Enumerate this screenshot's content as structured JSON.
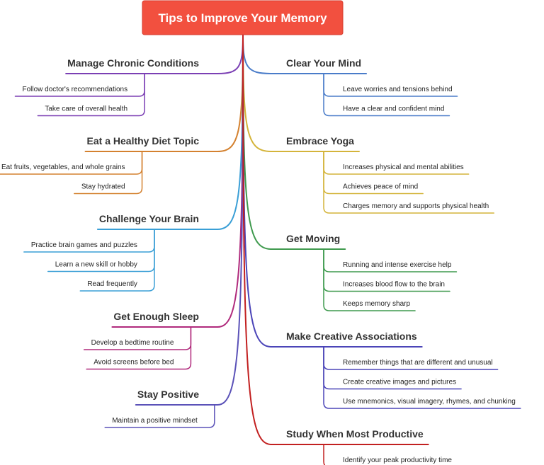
{
  "root": {
    "label": "Tips to Improve Your Memory",
    "color": "#f2503f"
  },
  "branches": [
    {
      "label": "Manage Chronic Conditions",
      "side": "left",
      "color": "#7b3fb4",
      "items": [
        "Follow doctor's recommendations",
        "Take care of overall health"
      ]
    },
    {
      "label": "Eat a Healthy Diet Topic",
      "side": "left",
      "color": "#d4812f",
      "items": [
        "Eat fruits, vegetables, and whole grains",
        "Stay hydrated"
      ]
    },
    {
      "label": "Challenge Your Brain",
      "side": "left",
      "color": "#3a9fd6",
      "items": [
        "Practice brain games and puzzles",
        "Learn a new skill or hobby",
        "Read frequently"
      ]
    },
    {
      "label": "Get Enough Sleep",
      "side": "left",
      "color": "#b02a7c",
      "items": [
        "Develop a bedtime routine",
        "Avoid screens before bed"
      ]
    },
    {
      "label": "Stay Positive",
      "side": "left",
      "color": "#5b52b8",
      "items": [
        "Maintain a positive mindset"
      ]
    },
    {
      "label": "Clear Your Mind",
      "side": "right",
      "color": "#4a7cc9",
      "items": [
        "Leave worries and tensions behind",
        "Have a clear and confident mind"
      ]
    },
    {
      "label": "Embrace Yoga",
      "side": "right",
      "color": "#d4b43a",
      "items": [
        "Increases physical and mental abilities",
        "Achieves peace of mind",
        "Charges memory and supports physical health"
      ]
    },
    {
      "label": "Get Moving",
      "side": "right",
      "color": "#3f9a4e",
      "items": [
        "Running and intense exercise help",
        "Increases blood flow to the brain",
        "Keeps memory sharp"
      ]
    },
    {
      "label": "Make Creative Associations",
      "side": "right",
      "color": "#4b45b8",
      "items": [
        "Remember things that are different and unusual",
        "Create creative images and pictures",
        "Use mnemonics, visual imagery, rhymes, and chunking"
      ]
    },
    {
      "label": "Study When Most Productive",
      "side": "right",
      "color": "#c22020",
      "items": [
        "Identify your peak productivity time"
      ]
    }
  ]
}
